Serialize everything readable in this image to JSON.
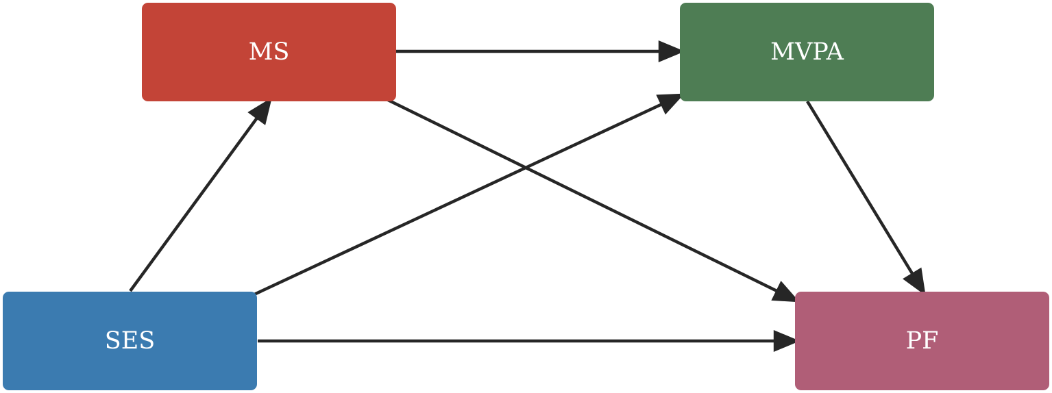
{
  "nodes": [
    {
      "id": "ms",
      "label": "MS",
      "color": "#c34437"
    },
    {
      "id": "mvpa",
      "label": "MVPA",
      "color": "#4e7d54"
    },
    {
      "id": "ses",
      "label": "SES",
      "color": "#3b7bb0"
    },
    {
      "id": "pf",
      "label": "PF",
      "color": "#b05e77"
    }
  ],
  "edges": [
    {
      "from": "ses",
      "to": "ms"
    },
    {
      "from": "ses",
      "to": "mvpa"
    },
    {
      "from": "ses",
      "to": "pf"
    },
    {
      "from": "ms",
      "to": "mvpa"
    },
    {
      "from": "ms",
      "to": "pf"
    },
    {
      "from": "mvpa",
      "to": "pf"
    }
  ],
  "edge_color": "#262626"
}
